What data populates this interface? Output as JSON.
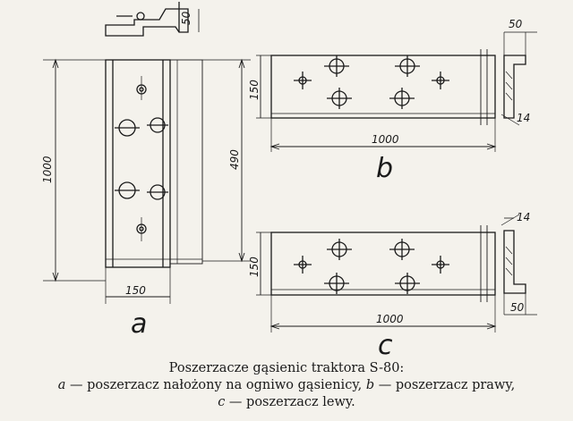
{
  "figure": {
    "view_a": {
      "letter": "a",
      "dim_length": "1000",
      "dim_partial": "490",
      "dim_width": "150",
      "dim_height_top": "50"
    },
    "view_b": {
      "letter": "b",
      "dim_length": "1000",
      "dim_height": "150",
      "dim_profile_width": "50",
      "dim_thickness": "14"
    },
    "view_c": {
      "letter": "c",
      "dim_length": "1000",
      "dim_height": "150",
      "dim_profile_width": "50",
      "dim_thickness": "14"
    }
  },
  "caption": {
    "title": "Poszerzacze gąsienic traktora S-80:",
    "line2": {
      "letter_a": "a",
      "text_a": " — poszerzacz nałożony na ogniwo gąsienicy, ",
      "letter_b": "b",
      "text_b": " — poszerzacz prawy,"
    },
    "line3": {
      "letter_c": "c",
      "text_c": " — poszerzacz lewy."
    }
  }
}
